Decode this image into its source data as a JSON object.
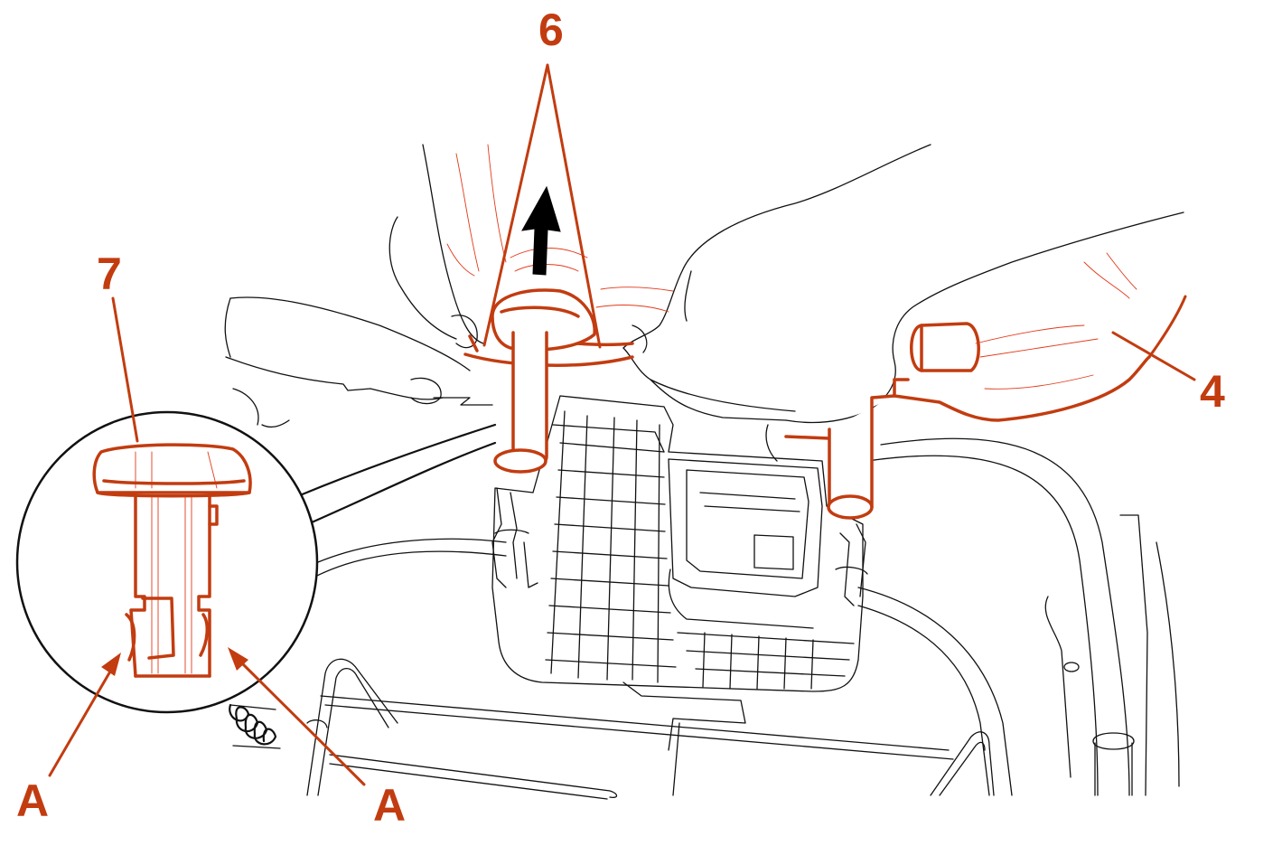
{
  "labels": {
    "part_6": "6",
    "part_7": "7",
    "part_4": "4",
    "detail_a_left": "A",
    "detail_a_right": "A"
  },
  "colors": {
    "highlight": "#c23c10",
    "line_art": "#111111",
    "background": "#ffffff",
    "arrow": "#000000"
  },
  "icons": {
    "direction_arrow": "arrow-up-icon"
  }
}
